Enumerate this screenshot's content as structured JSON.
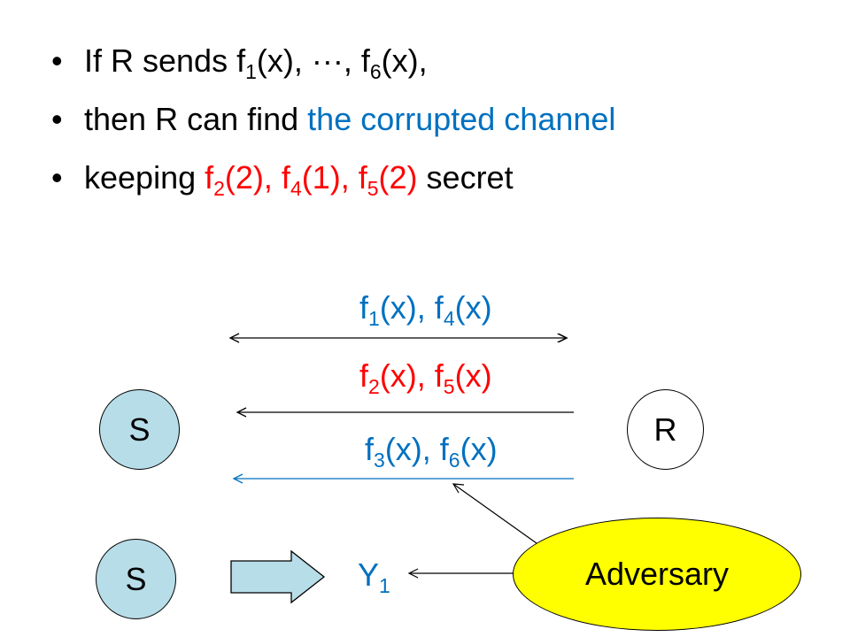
{
  "bullets": [
    {
      "pre": "If R sends f",
      "s1": "1",
      "mid": "(x), ···, f",
      "s2": "6",
      "post": "(x),"
    },
    {
      "pre": "then R can find ",
      "highlight": "the corrupted channel"
    },
    {
      "pre": "keeping ",
      "r1": "f",
      "r1s": "2",
      "r2": "(2), f",
      "r2s": "4",
      "r3": "(1), f",
      "r3s": "5",
      "r4": "(2)",
      "post": " secret"
    }
  ],
  "bullet_symbol": "•",
  "channel_labels": [
    {
      "a": "f",
      "as": "1",
      "b": "(x), ",
      "c": "f",
      "cs": "4",
      "d": "(x)"
    },
    {
      "a": "f",
      "as": "2",
      "b": "(x), f",
      "cs": "5",
      "d": "(x)"
    },
    {
      "a": "f",
      "as": "3",
      "b": "(x), f",
      "cs": "6",
      "d": "(x)"
    }
  ],
  "nodes": {
    "s_top": "S",
    "r": "R",
    "s_bottom": "S"
  },
  "y_label": {
    "main": "Y",
    "sub": "1"
  },
  "adversary": "Adversary",
  "colors": {
    "blue": "#0070c0",
    "red": "#ff0000",
    "node_fill": "#b7dde8",
    "adversary_fill": "#ffff00",
    "arrow_fill": "#b7dde8"
  }
}
